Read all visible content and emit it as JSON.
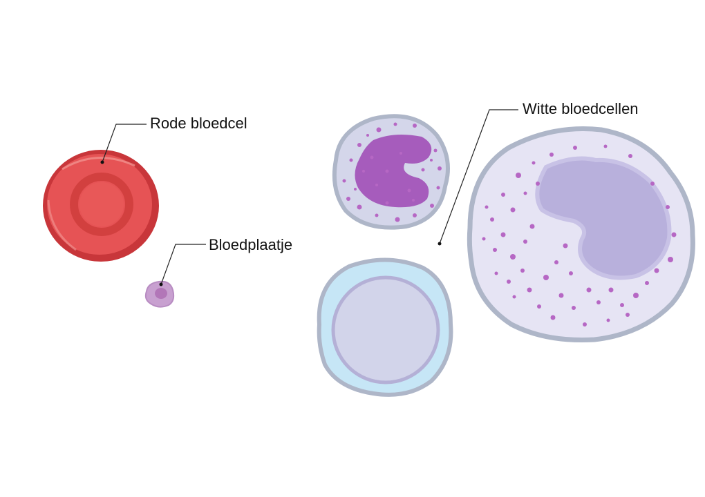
{
  "labels": {
    "red_blood_cell": "Rode bloedcel",
    "platelet": "Bloedplaatje",
    "white_blood_cells": "Witte bloedcellen"
  },
  "colors": {
    "red_cell_outer": "#c8363a",
    "red_cell_fill": "#e65355",
    "red_cell_ring": "#d2403f",
    "platelet_fill": "#c8a0d0",
    "platelet_core": "#b276b8",
    "neutrophil_fill": "#d4d6ea",
    "neutrophil_nucleus": "#a65cbc",
    "granule": "#b667c4",
    "lymphocyte_outer": "#c6e6f6",
    "lymphocyte_nucleus": "#d2d4ea",
    "monocyte_fill": "#e6e4f4",
    "monocyte_nucleus": "#b8b0dc",
    "cell_border": "#aeb6c8",
    "leader_line": "#222222"
  }
}
